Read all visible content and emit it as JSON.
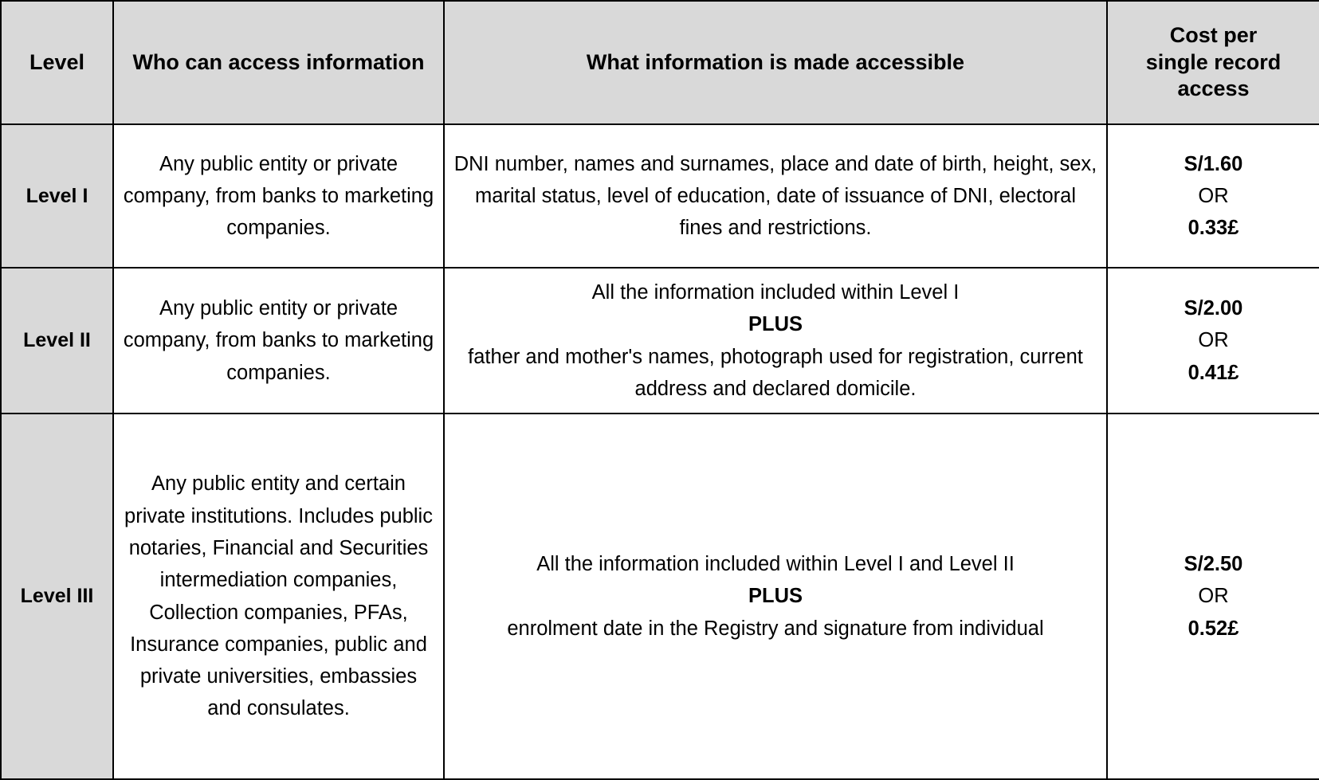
{
  "table": {
    "columns": [
      {
        "key": "level",
        "header": "Level"
      },
      {
        "key": "who",
        "header": "Who can access information"
      },
      {
        "key": "what",
        "header": "What information is made accessible"
      },
      {
        "key": "cost",
        "header": "Cost per\nsingle record\naccess"
      }
    ],
    "header": {
      "level": "Level",
      "who": "Who can access information",
      "what": "What information is made accessible",
      "cost_line_1": "Cost per",
      "cost_line_2": "single record",
      "cost_line_3": "access"
    },
    "rows": [
      {
        "level": "Level I",
        "who": "Any public entity or private company, from banks to marketing companies.",
        "what": "DNI number, names and surnames, place and date of birth, height, sex, marital status, level of education, date of issuance of DNI, electoral fines and restrictions.",
        "cost_primary": "S/1.60",
        "cost_conjunction": "OR",
        "cost_secondary": "0.33£"
      },
      {
        "level": "Level II",
        "who": "Any public entity or private company, from banks to marketing companies.",
        "what_intro": "All the information included within Level I",
        "what_plus": "PLUS",
        "what_detail": "father and mother's names, photograph used for registration, current address and declared domicile.",
        "cost_primary": "S/2.00",
        "cost_conjunction": "OR",
        "cost_secondary": "0.41£"
      },
      {
        "level": "Level III",
        "who": "Any public entity and certain private institutions. Includes public notaries, Financial and Securities intermediation companies, Collection companies, PFAs, Insurance companies, public and private universities, embassies and consulates.",
        "what_intro": "All the information included within Level I and Level II",
        "what_plus": "PLUS",
        "what_detail": "enrolment date in the Registry and signature from individual",
        "cost_primary": "S/2.50",
        "cost_conjunction": "OR",
        "cost_secondary": "0.52£"
      }
    ]
  },
  "colors": {
    "header_fill": "#d9d9d9",
    "level_fill": "#d9d9d9",
    "body_fill": "#ffffff",
    "border": "#000000",
    "text": "#000000"
  }
}
